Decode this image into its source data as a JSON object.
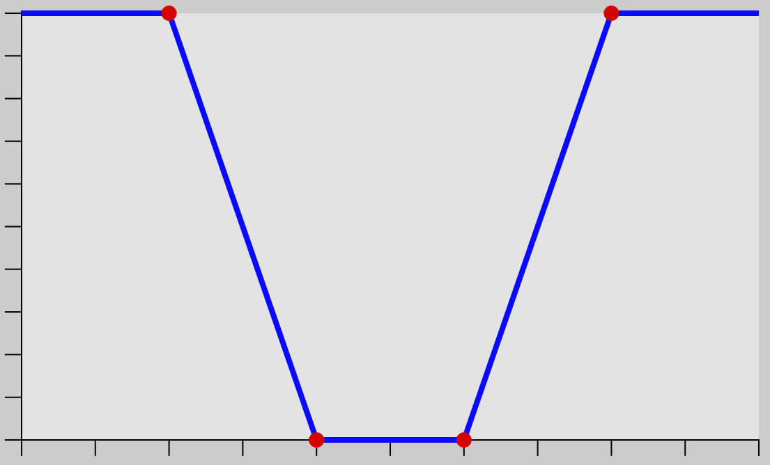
{
  "chart_data": {
    "type": "line",
    "title": "",
    "xlabel": "",
    "ylabel": "",
    "xlim": [
      0,
      10
    ],
    "ylim": [
      0,
      10
    ],
    "x_ticks": [
      0,
      1,
      2,
      3,
      4,
      5,
      6,
      7,
      8,
      9,
      10
    ],
    "y_ticks": [
      0,
      1,
      2,
      3,
      4,
      5,
      6,
      7,
      8,
      9,
      10
    ],
    "tick_labels_shown": false,
    "grid": false,
    "series": [
      {
        "x": [
          0,
          2,
          4,
          6,
          8,
          10
        ],
        "y": [
          10,
          10,
          0,
          0,
          10,
          10
        ],
        "markers": [
          {
            "x": 2,
            "y": 10
          },
          {
            "x": 4,
            "y": 0
          },
          {
            "x": 6,
            "y": 0
          },
          {
            "x": 8,
            "y": 10
          }
        ]
      }
    ],
    "colors": {
      "page_background": "#cccccc",
      "plot_background": "#e3e3e4",
      "line": "#0a0aff",
      "marker": "#d40000",
      "axis": "#000000"
    }
  }
}
